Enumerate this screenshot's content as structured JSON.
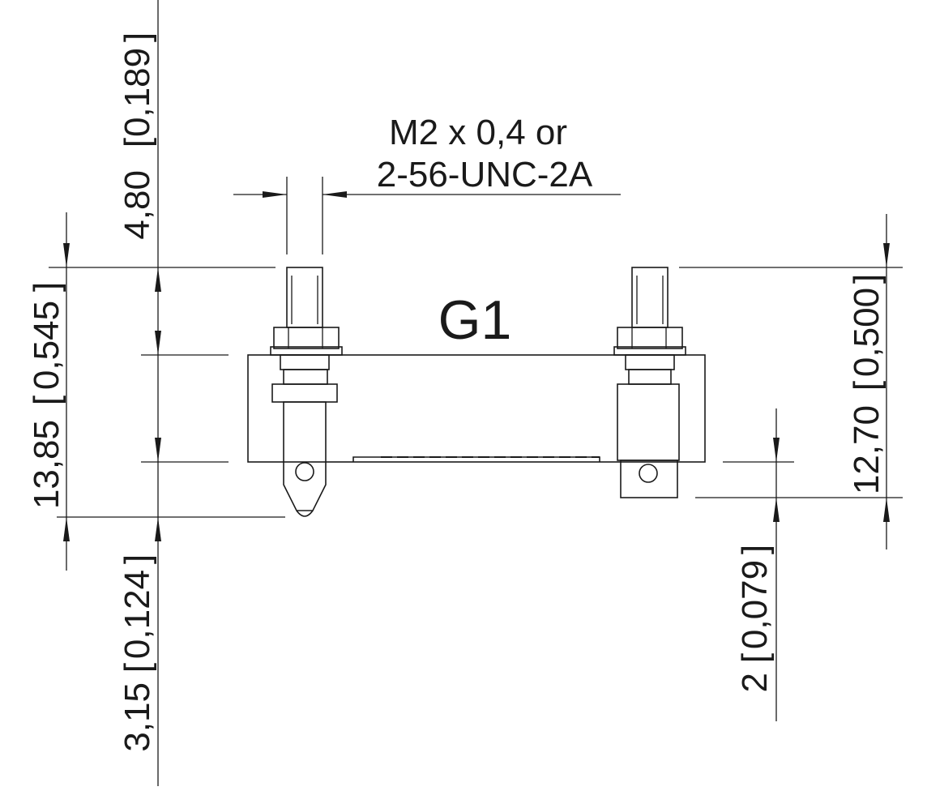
{
  "part_label": "G1",
  "thread_spec": {
    "line1": "M2 x 0,4 or",
    "line2": "2-56-UNC-2A"
  },
  "dimensions": {
    "stud_height": {
      "value": "4,80",
      "inch": "0,189"
    },
    "total_height": {
      "value": "13,85",
      "inch": "0,545"
    },
    "pin_tip": {
      "value": "3,15",
      "inch": "0,124"
    },
    "right_height": {
      "value": "12,70",
      "inch": "0,500"
    },
    "right_offset": {
      "value": "2",
      "inch": "0,079"
    }
  }
}
